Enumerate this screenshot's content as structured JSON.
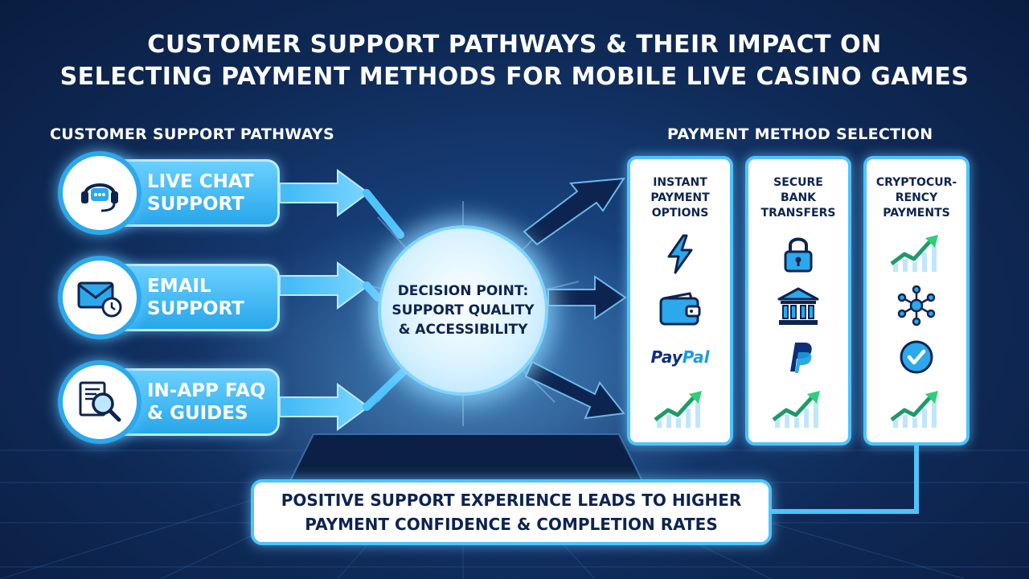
{
  "title": {
    "line1": "CUSTOMER SUPPORT PATHWAYS & THEIR IMPACT ON",
    "line2": "SELECTING PAYMENT METHODS FOR MOBILE LIVE CASINO GAMES"
  },
  "left_section": {
    "label": "CUSTOMER SUPPORT PATHWAYS",
    "pathways": [
      {
        "label": "LIVE CHAT\nSUPPORT",
        "icon": "headset-chat-icon"
      },
      {
        "label": "EMAIL\nSUPPORT",
        "icon": "envelope-clock-icon"
      },
      {
        "label": "IN-APP FAQ\n& GUIDES",
        "icon": "document-magnifier-icon"
      }
    ]
  },
  "decision": {
    "line1": "DECISION POINT:",
    "line2": "SUPPORT QUALITY",
    "line3": "& ACCESSIBILITY"
  },
  "right_section": {
    "label": "PAYMENT METHOD SELECTION",
    "cards": [
      {
        "title": "INSTANT\nPAYMENT\nOPTIONS",
        "icons": [
          "lightning-icon",
          "wallet-icon",
          "paypal-logo",
          "trend-up-icon"
        ],
        "paypal_text": "PayPal"
      },
      {
        "title": "SECURE\nBANK\nTRANSFERS",
        "icons": [
          "padlock-icon",
          "bank-icon",
          "paypal-p-logo",
          "trend-up-icon"
        ]
      },
      {
        "title": "CRYPTOCUR-\nRENCY\nPAYMENTS",
        "icons": [
          "trend-up-icon",
          "network-nodes-icon",
          "check-circle-icon",
          "trend-up-icon"
        ]
      }
    ]
  },
  "footer": {
    "text": "POSITIVE SUPPORT EXPERIENCE LEADS TO HIGHER\nPAYMENT CONFIDENCE & COMPLETION RATES"
  },
  "colors": {
    "accent": "#2ca8ec",
    "navy": "#0d2450",
    "green": "#2fcf7a",
    "background": "#0f2a57"
  }
}
